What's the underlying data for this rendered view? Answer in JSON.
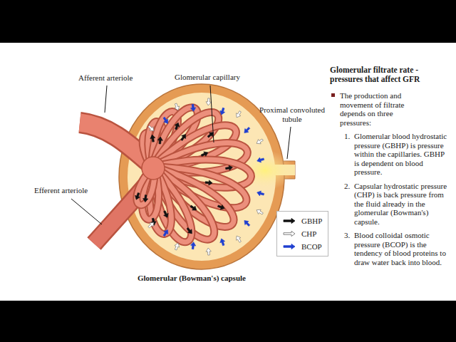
{
  "diagram": {
    "title": "Glomerular filtrate rate - pressures that affect GFR",
    "caption": "Glomerular (Bowman's) capsule",
    "labels": [
      "Afferent arteriole",
      "Glomerular capillary",
      "Proximal convoluted tubule",
      "Efferent arteriole",
      "The production and movement of filtrate depends on three pressures:",
      "1.",
      "Glomerular blood hydrostatic pressure (GBHP) is pressure within the capillaries. GBHP is dependent on blood pressure.",
      "2.",
      "Capsular hydrostatic pressure (CHP) is back pressure from the fluid already in the glomerular (Bowman's) capsule.",
      "3.",
      "Blood colloidal osmotic pressure (BCOP) is the tendency of blood proteins to draw water back into blood."
    ],
    "legend": [
      {
        "text": "GBHP"
      },
      {
        "text": "CHP"
      },
      {
        "text": "BCOP"
      }
    ]
  }
}
